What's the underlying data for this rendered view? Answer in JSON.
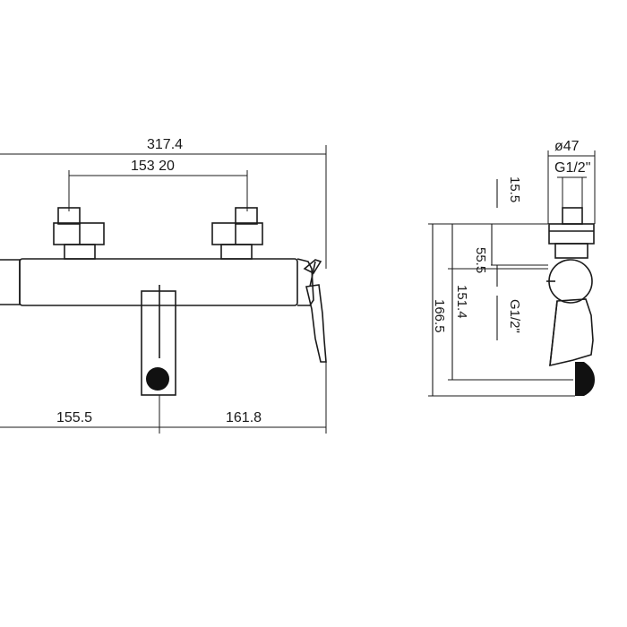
{
  "front_view": {
    "dims": {
      "overall_width": "317.4",
      "inlet_spacing": "153 20",
      "left_to_spout": "155.5",
      "spout_to_right": "161.8"
    }
  },
  "side_view": {
    "dims": {
      "diameter": "ø47",
      "thread_top": "G1/2\"",
      "inlet_offset": "15.5",
      "outlet_height": "55.5",
      "handle_height": "151.4",
      "overall_height": "166.5",
      "thread_side": "G1/2\""
    }
  }
}
